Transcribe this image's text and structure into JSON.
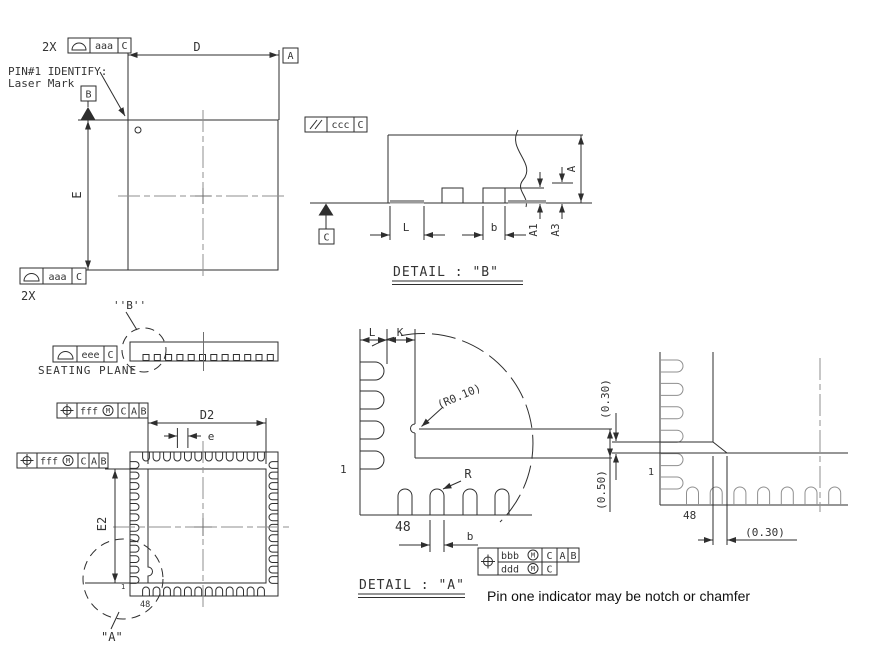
{
  "colors": {
    "line": "#2e2e2e",
    "gray_fill": "#9a9a9a",
    "centerline": "#8f8f8f",
    "background": "#ffffff",
    "note_text": "#111111"
  },
  "note": "Pin one indicator may be notch or chamfer",
  "symbols": {
    "modifier_m": "M"
  },
  "top_view": {
    "qty_top": "2X",
    "qty_bottom": "2X",
    "fcf_top": {
      "tolerance": "aaa",
      "datum": "C"
    },
    "fcf_bottom": {
      "tolerance": "aaa",
      "datum": "C"
    },
    "pin1_callout_line1": "PIN#1 IDENTIFY:",
    "pin1_callout_line2": "Laser Mark",
    "datum_a": "A",
    "datum_b": "B",
    "dim_d": "D",
    "dim_e": "E"
  },
  "detail_b": {
    "fcf_parallelism": {
      "tolerance": "ccc",
      "datum": "C"
    },
    "datum_c": "C",
    "dim_l": "L",
    "dim_b": "b",
    "dim_a1": "A1",
    "dim_a3": "A3",
    "dim_a": "A",
    "title": "DETAIL : \"B\""
  },
  "side_view": {
    "fcf_seating": {
      "tolerance": "eee",
      "datum": "C"
    },
    "seating_plane_label": "SEATING PLANE",
    "detail_ref": "''B''"
  },
  "bottom_view": {
    "fcf_d2": {
      "tolerance": "fff",
      "datums": [
        "C",
        "A",
        "B"
      ]
    },
    "fcf_e2": {
      "tolerance": "fff",
      "datums": [
        "C",
        "A",
        "B"
      ]
    },
    "dim_d2": "D2",
    "dim_e2": "E2",
    "dim_pitch": "e",
    "pin1": "1",
    "pin48": "48",
    "detail_ref": "\"A\""
  },
  "detail_a": {
    "dim_l": "L",
    "dim_k": "K",
    "corner_radius": "(R0.10)",
    "lead_radius": "R",
    "dim_pad_gap": "(0.50)",
    "dim_b": "b",
    "pin1": "1",
    "pin48": "48",
    "fcf": {
      "row1": {
        "tolerance": "bbb",
        "datums": [
          "C",
          "A",
          "B"
        ]
      },
      "row2": {
        "tolerance": "ddd",
        "datum": "C"
      }
    },
    "title": "DETAIL : \"A\""
  },
  "corner_view": {
    "dim_left": "(0.30)",
    "dim_bottom": "(0.30)",
    "pin1": "1",
    "pin48": "48"
  }
}
